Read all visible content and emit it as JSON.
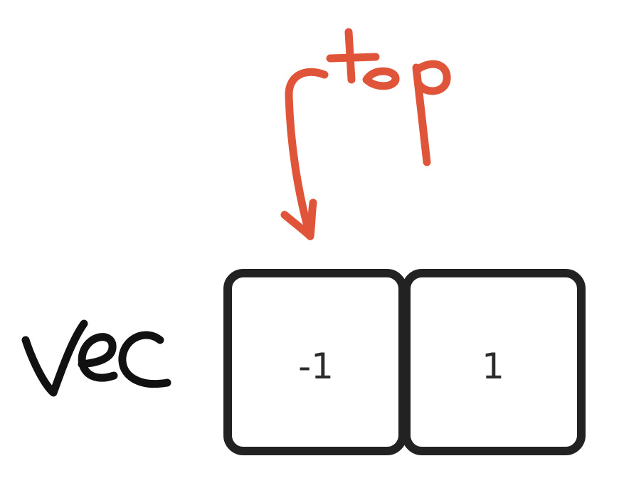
{
  "diagram": {
    "vector_label": "Vec",
    "pointer_label": "top",
    "cells": [
      {
        "value": "-1"
      },
      {
        "value": "1"
      }
    ],
    "colors": {
      "box_stroke": "#222222",
      "handwriting": "#111111",
      "pointer": "#e0553a",
      "cell_text": "#2b2b2b"
    }
  }
}
